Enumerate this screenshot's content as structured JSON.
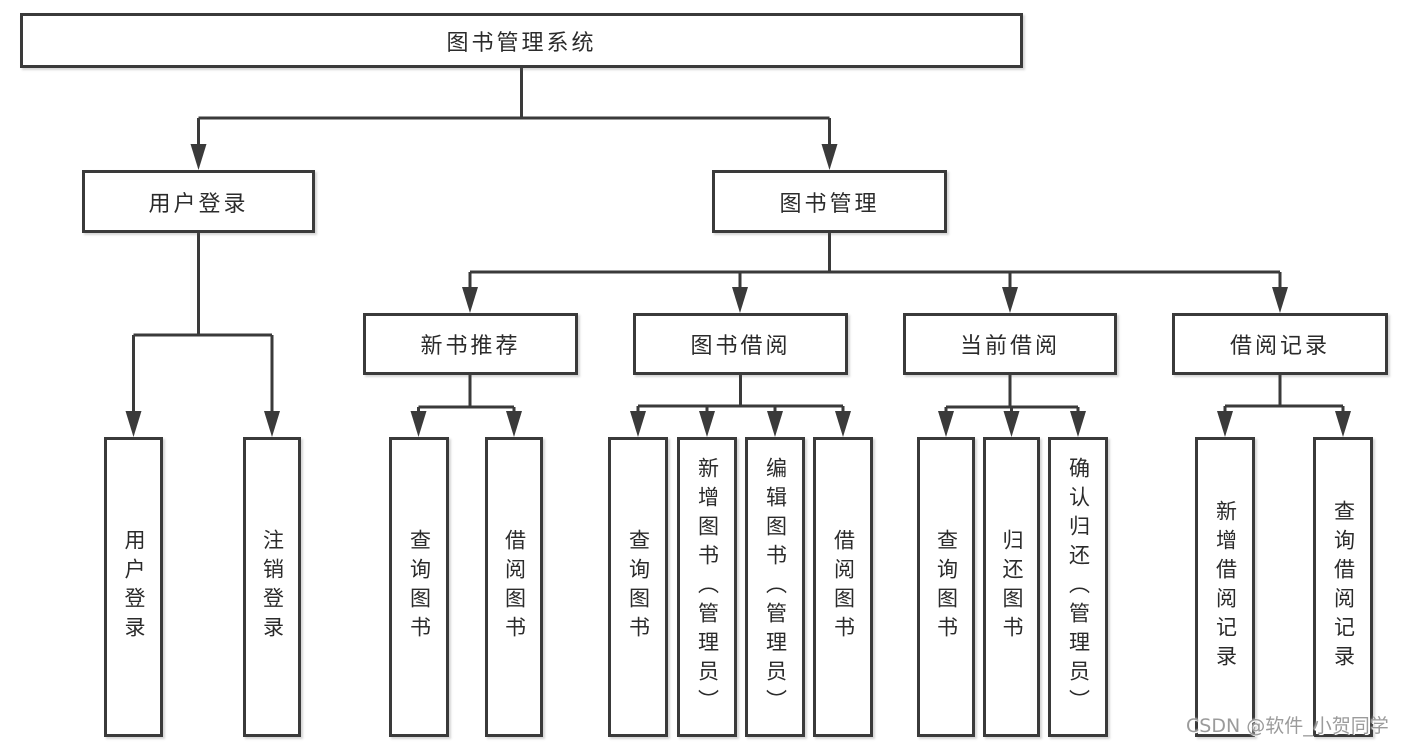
{
  "diagram": {
    "root": {
      "label": "图书管理系统"
    },
    "level2": [
      {
        "label": "用户登录"
      },
      {
        "label": "图书管理"
      }
    ],
    "level3": [
      {
        "label": "新书推荐"
      },
      {
        "label": "图书借阅"
      },
      {
        "label": "当前借阅"
      },
      {
        "label": "借阅记录"
      }
    ],
    "leaves": [
      {
        "label": "用户登录"
      },
      {
        "label": "注销登录"
      },
      {
        "label": "查询图书"
      },
      {
        "label": "借阅图书"
      },
      {
        "label": "查询图书"
      },
      {
        "label": "新增图书（管理员）"
      },
      {
        "label": "编辑图书（管理员）"
      },
      {
        "label": "借阅图书"
      },
      {
        "label": "查询图书"
      },
      {
        "label": "归还图书"
      },
      {
        "label": "确认归还（管理员）"
      },
      {
        "label": "新增借阅记录"
      },
      {
        "label": "查询借阅记录"
      }
    ]
  },
  "watermark": {
    "text": "CSDN @软件_小贺同学"
  },
  "colors": {
    "line": "#3a3a3a",
    "box_border": "#3a3a3a",
    "text": "#2b2b2b",
    "watermark": "#9b9b9b",
    "background": "#ffffff"
  }
}
